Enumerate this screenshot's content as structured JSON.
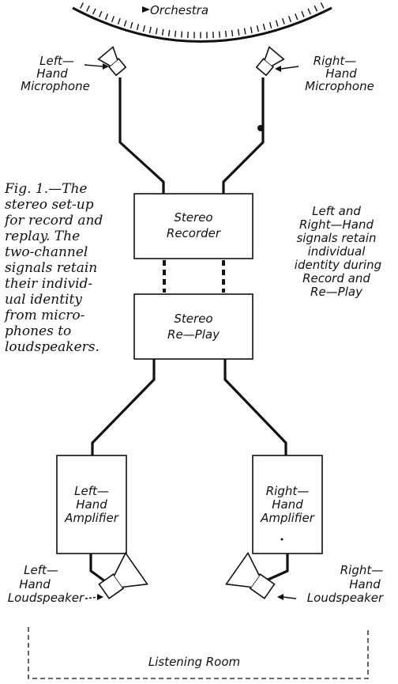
{
  "orchestra": {
    "label": "Orchestra"
  },
  "left_mic": {
    "lines": [
      "Left—",
      "Hand",
      "Microphone"
    ]
  },
  "right_mic": {
    "lines": [
      "Right—",
      "Hand",
      "Microphone"
    ]
  },
  "recorder": {
    "lines": [
      "Stereo",
      "Recorder"
    ]
  },
  "replay": {
    "lines": [
      "Stereo",
      "Re—Play"
    ]
  },
  "left_amp": {
    "lines": [
      "Left—",
      "Hand",
      "Amplifier"
    ]
  },
  "right_amp": {
    "lines": [
      "Right—",
      "Hand",
      "Amplifier"
    ]
  },
  "left_speaker": {
    "lines": [
      "Left—",
      "Hand",
      "Loudspeaker"
    ]
  },
  "right_speaker": {
    "lines": [
      "Right—",
      "Hand",
      "Loudspeaker"
    ]
  },
  "side_note": {
    "lines": [
      "Left and",
      "Right—Hand",
      "signals retain",
      "individual",
      "identity during",
      "Record and",
      "Re—Play"
    ]
  },
  "caption": {
    "lines": [
      "Fig. 1.—The",
      "stereo set-up",
      "for record and",
      "replay. The",
      "two-channel",
      "signals retain",
      "their individ-",
      "ual identity",
      "from micro-",
      "phones to",
      "loudspeakers."
    ]
  },
  "room": {
    "label": "Listening Room"
  }
}
